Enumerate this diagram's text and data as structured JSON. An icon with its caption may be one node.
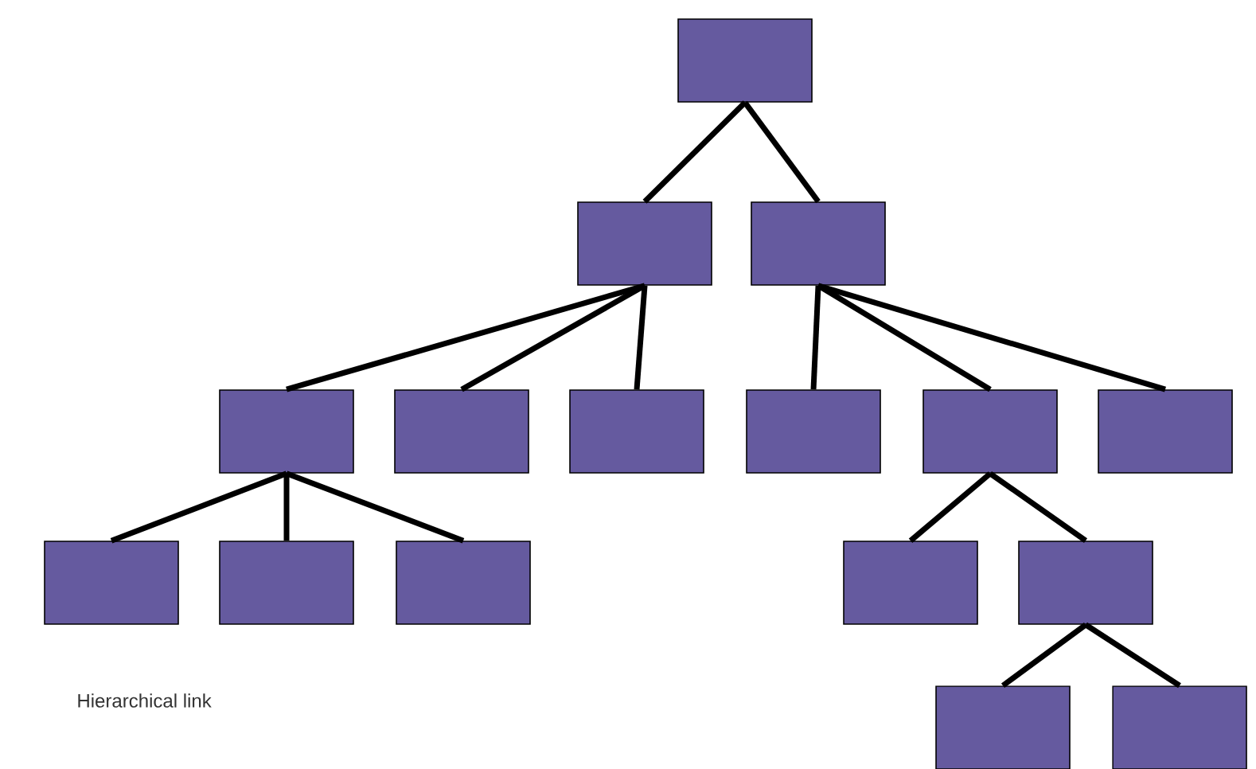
{
  "diagram": {
    "nodes": [
      {
        "text": [],
        "shape": "box"
      },
      {
        "text": [],
        "shape": "box"
      },
      {
        "text": [],
        "shape": "box"
      },
      {
        "text": [],
        "shape": "box"
      },
      {
        "text": [],
        "shape": "box"
      },
      {
        "text": [],
        "shape": "box"
      },
      {
        "text": [],
        "shape": "box"
      },
      {
        "text": [],
        "shape": "box"
      },
      {
        "text": [],
        "shape": "box"
      },
      {
        "text": [],
        "shape": "box"
      },
      {
        "text": [],
        "shape": "box"
      },
      {
        "text": [],
        "shape": "box"
      },
      {
        "text": [],
        "shape": "box"
      },
      {
        "text": [],
        "shape": "box"
      },
      {
        "text": [],
        "shape": "box"
      },
      {
        "text": [],
        "shape": "box"
      }
    ],
    "edges": [
      {
        "from": 0,
        "to": 1,
        "arrow": "none"
      },
      {
        "from": 0,
        "to": 2,
        "arrow": "none"
      },
      {
        "from": 1,
        "to": 3,
        "arrow": "none"
      },
      {
        "from": 1,
        "to": 4,
        "arrow": "none"
      },
      {
        "from": 1,
        "to": 5,
        "arrow": "none"
      },
      {
        "from": 2,
        "to": 6,
        "arrow": "none"
      },
      {
        "from": 2,
        "to": 7,
        "arrow": "none"
      },
      {
        "from": 2,
        "to": 8,
        "arrow": "none"
      },
      {
        "from": 3,
        "to": 9,
        "arrow": "none"
      },
      {
        "from": 3,
        "to": 10,
        "arrow": "none"
      },
      {
        "from": 3,
        "to": 11,
        "arrow": "none"
      },
      {
        "from": 7,
        "to": 12,
        "arrow": "none"
      },
      {
        "from": 7,
        "to": 13,
        "arrow": "none"
      },
      {
        "from": 13,
        "to": 14,
        "arrow": "none"
      },
      {
        "from": 13,
        "to": 15,
        "arrow": "none"
      }
    ],
    "labels": [
      "Hierarchical link"
    ]
  }
}
